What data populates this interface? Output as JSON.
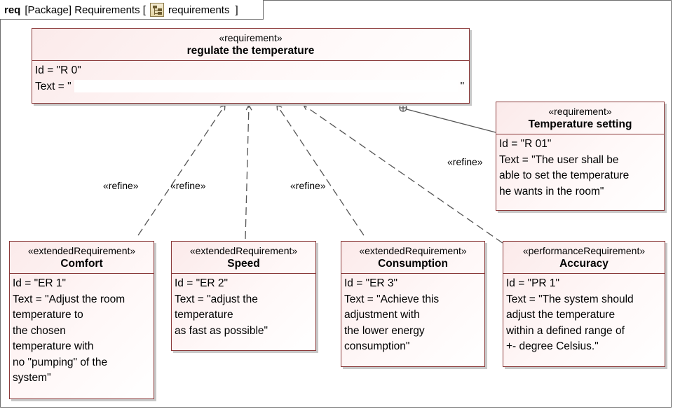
{
  "header": {
    "keyword": "req",
    "scope": "[Package] Requirements [",
    "diagram": "requirements",
    "close": "]"
  },
  "requirements": {
    "main": {
      "stereotype": "«requirement»",
      "name": "regulate the temperature",
      "id": "Id = \"R 0\"",
      "text_open": "Text = \"",
      "text_close": "\""
    },
    "setting": {
      "stereotype": "«requirement»",
      "name": "Temperature setting",
      "lines": [
        "Id = \"R 01\"",
        "Text = \"The user shall be",
        "able to set the temperature",
        "he wants in the room\""
      ]
    },
    "comfort": {
      "stereotype": "«extendedRequirement»",
      "name": "Comfort",
      "lines": [
        "Id = \"ER 1\"",
        "Text = \"Adjust the room",
        "temperature to",
        "the chosen",
        "temperature with",
        "no \"pumping\" of the",
        "system\""
      ]
    },
    "speed": {
      "stereotype": "«extendedRequirement»",
      "name": "Speed",
      "lines": [
        "Id = \"ER 2\"",
        "Text = \"adjust the",
        "temperature",
        "as fast as possible\""
      ]
    },
    "consumption": {
      "stereotype": "«extendedRequirement»",
      "name": "Consumption",
      "lines": [
        "Id = \"ER 3\"",
        "Text = \"Achieve this",
        "adjustment with",
        "the lower energy",
        "consumption\""
      ]
    },
    "accuracy": {
      "stereotype": "«performanceRequirement»",
      "name": "Accuracy",
      "lines": [
        "Id = \"PR 1\"",
        "Text = \"The system should",
        "adjust the temperature",
        "within a defined range of",
        "+- degree Celsius.\""
      ]
    }
  },
  "relations": {
    "refine_comfort": "«refine»",
    "refine_speed": "«refine»",
    "refine_consumption": "«refine»",
    "refine_setting": "«refine»"
  },
  "colors": {
    "border": "#8b3a3a",
    "fill_start": "#fbeaea",
    "line": "#555555"
  }
}
